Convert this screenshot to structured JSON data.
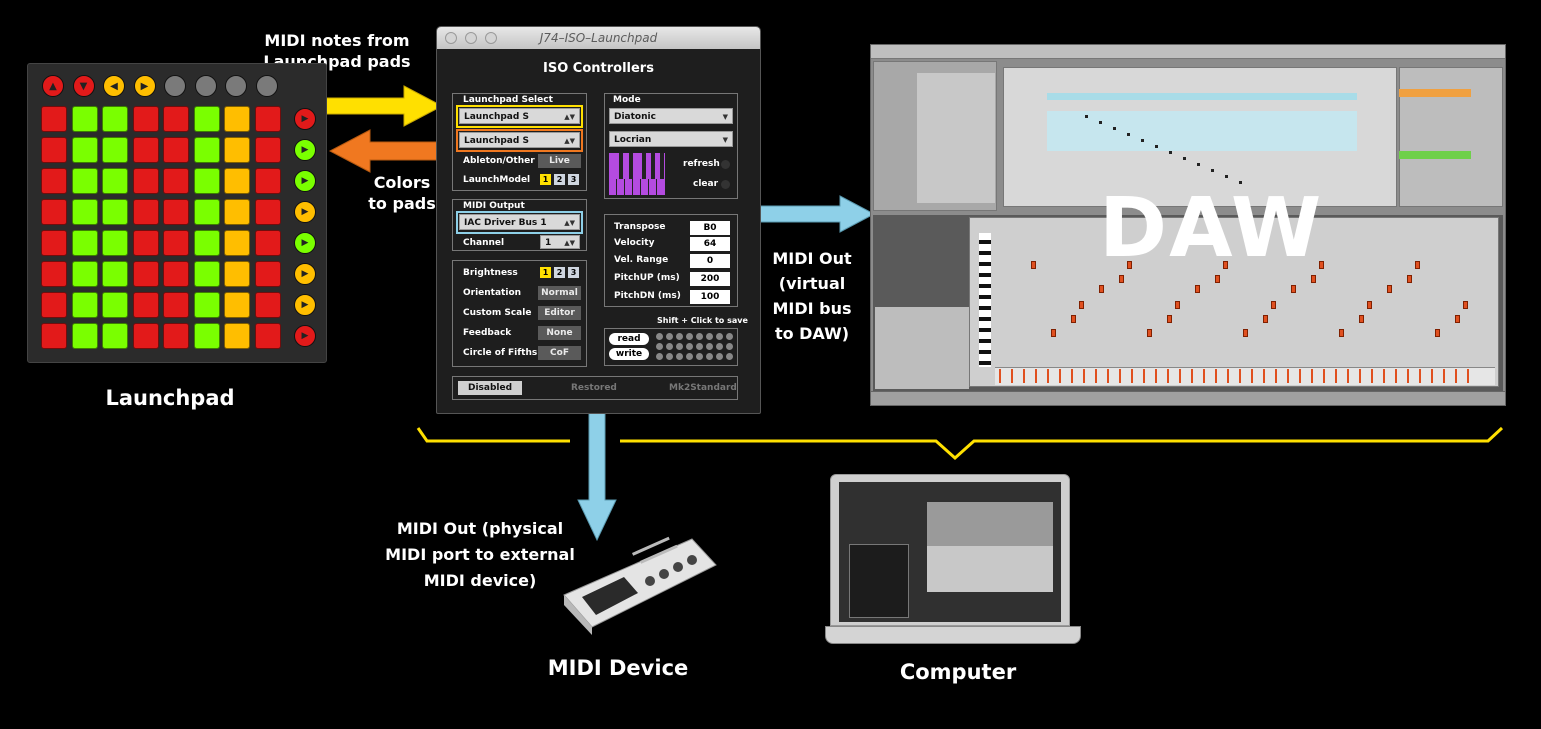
{
  "colors": {
    "arrow_in": "#ffe000",
    "arrow_out": "#f07820",
    "midi_line": "#8ed0e8",
    "brace": "#ffe000",
    "pad_red": "#e21a1a",
    "pad_green": "#7aff00",
    "pad_amber": "#ffbe00",
    "highlight_yellow": "#ffe000",
    "highlight_orange": "#f07820",
    "highlight_blue": "#8ed0e8",
    "keys_purple": "#b44be0"
  },
  "labels": {
    "midi_notes_line1": "MIDI notes from",
    "midi_notes_line2": "Launchpad pads",
    "colors_line1": "Colors",
    "colors_line2": "to pads",
    "launchpad": "Launchpad",
    "midi_out_virtual": [
      "MIDI Out",
      "(virtual",
      "MIDI bus",
      "to DAW)"
    ],
    "midi_out_physical": [
      "MIDI Out (physical",
      "MIDI port to external",
      "MIDI  device)"
    ],
    "midi_device": "MIDI Device",
    "computer": "Computer",
    "daw": "DAW"
  },
  "launchpad": {
    "top_buttons": [
      {
        "color": "#e21a1a",
        "icon": "arrow-up-icon",
        "glyph": "▲"
      },
      {
        "color": "#e21a1a",
        "icon": "arrow-down-icon",
        "glyph": "▼"
      },
      {
        "color": "#ffbe00",
        "icon": "arrow-left-icon",
        "glyph": "◀"
      },
      {
        "color": "#ffbe00",
        "icon": "arrow-right-icon",
        "glyph": "▶"
      },
      {
        "color": "#7a7a7a",
        "icon": "blank-icon",
        "glyph": ""
      },
      {
        "color": "#7a7a7a",
        "icon": "blank-icon",
        "glyph": ""
      },
      {
        "color": "#7a7a7a",
        "icon": "blank-icon",
        "glyph": ""
      },
      {
        "color": "#7a7a7a",
        "icon": "blank-icon",
        "glyph": ""
      }
    ],
    "grid": [
      [
        "R",
        "G",
        "G",
        "R",
        "R",
        "G",
        "A",
        "R"
      ],
      [
        "R",
        "G",
        "G",
        "R",
        "R",
        "G",
        "A",
        "R"
      ],
      [
        "R",
        "G",
        "G",
        "R",
        "R",
        "G",
        "A",
        "R"
      ],
      [
        "R",
        "G",
        "G",
        "R",
        "R",
        "G",
        "A",
        "R"
      ],
      [
        "R",
        "G",
        "G",
        "R",
        "R",
        "G",
        "A",
        "R"
      ],
      [
        "R",
        "G",
        "G",
        "R",
        "R",
        "G",
        "A",
        "R"
      ],
      [
        "R",
        "G",
        "G",
        "R",
        "R",
        "G",
        "A",
        "R"
      ],
      [
        "R",
        "G",
        "G",
        "R",
        "R",
        "G",
        "A",
        "R"
      ]
    ],
    "side_buttons": [
      "#e21a1a",
      "#7aff00",
      "#7aff00",
      "#ffbe00",
      "#7aff00",
      "#ffbe00",
      "#ffbe00",
      "#e21a1a"
    ]
  },
  "iso_window": {
    "title": "J74–ISO–Launchpad",
    "heading": "ISO Controllers",
    "launchpad_select": {
      "title": "Launchpad Select",
      "input_value": "Launchpad S",
      "output_value": "Launchpad S",
      "ableton_label": "Ableton/Other",
      "ableton_value": "Live",
      "launchmodel_label": "LaunchModel",
      "launchmodel_options": [
        "1",
        "2",
        "3"
      ]
    },
    "mode": {
      "title": "Mode",
      "mode_value": "Diatonic",
      "scale_value": "Locrian",
      "refresh_label": "refresh",
      "clear_label": "clear"
    },
    "midi_output": {
      "title": "MIDI Output",
      "port_value": "IAC Driver Bus 1",
      "channel_label": "Channel",
      "channel_value": "1"
    },
    "params": [
      {
        "label": "Transpose",
        "value": "B0"
      },
      {
        "label": "Velocity",
        "value": "64"
      },
      {
        "label": "Vel. Range",
        "value": "0"
      },
      {
        "label": "PitchUP (ms)",
        "value": "200"
      },
      {
        "label": "PitchDN (ms)",
        "value": "100"
      }
    ],
    "settings": {
      "brightness_label": "Brightness",
      "brightness_options": [
        "1",
        "2",
        "3"
      ],
      "orientation_label": "Orientation",
      "orientation_value": "Normal",
      "custom_scale_label": "Custom Scale",
      "custom_scale_value": "Editor",
      "feedback_label": "Feedback",
      "feedback_value": "None",
      "circle_label": "Circle of Fifths",
      "circle_value": "CoF"
    },
    "save": {
      "hint": "Shift + Click to save",
      "read_label": "read",
      "write_label": "write"
    },
    "footer": {
      "disabled_label": "Disabled",
      "restored_label": "Restored",
      "mk2_label": "Mk2Standard"
    }
  }
}
